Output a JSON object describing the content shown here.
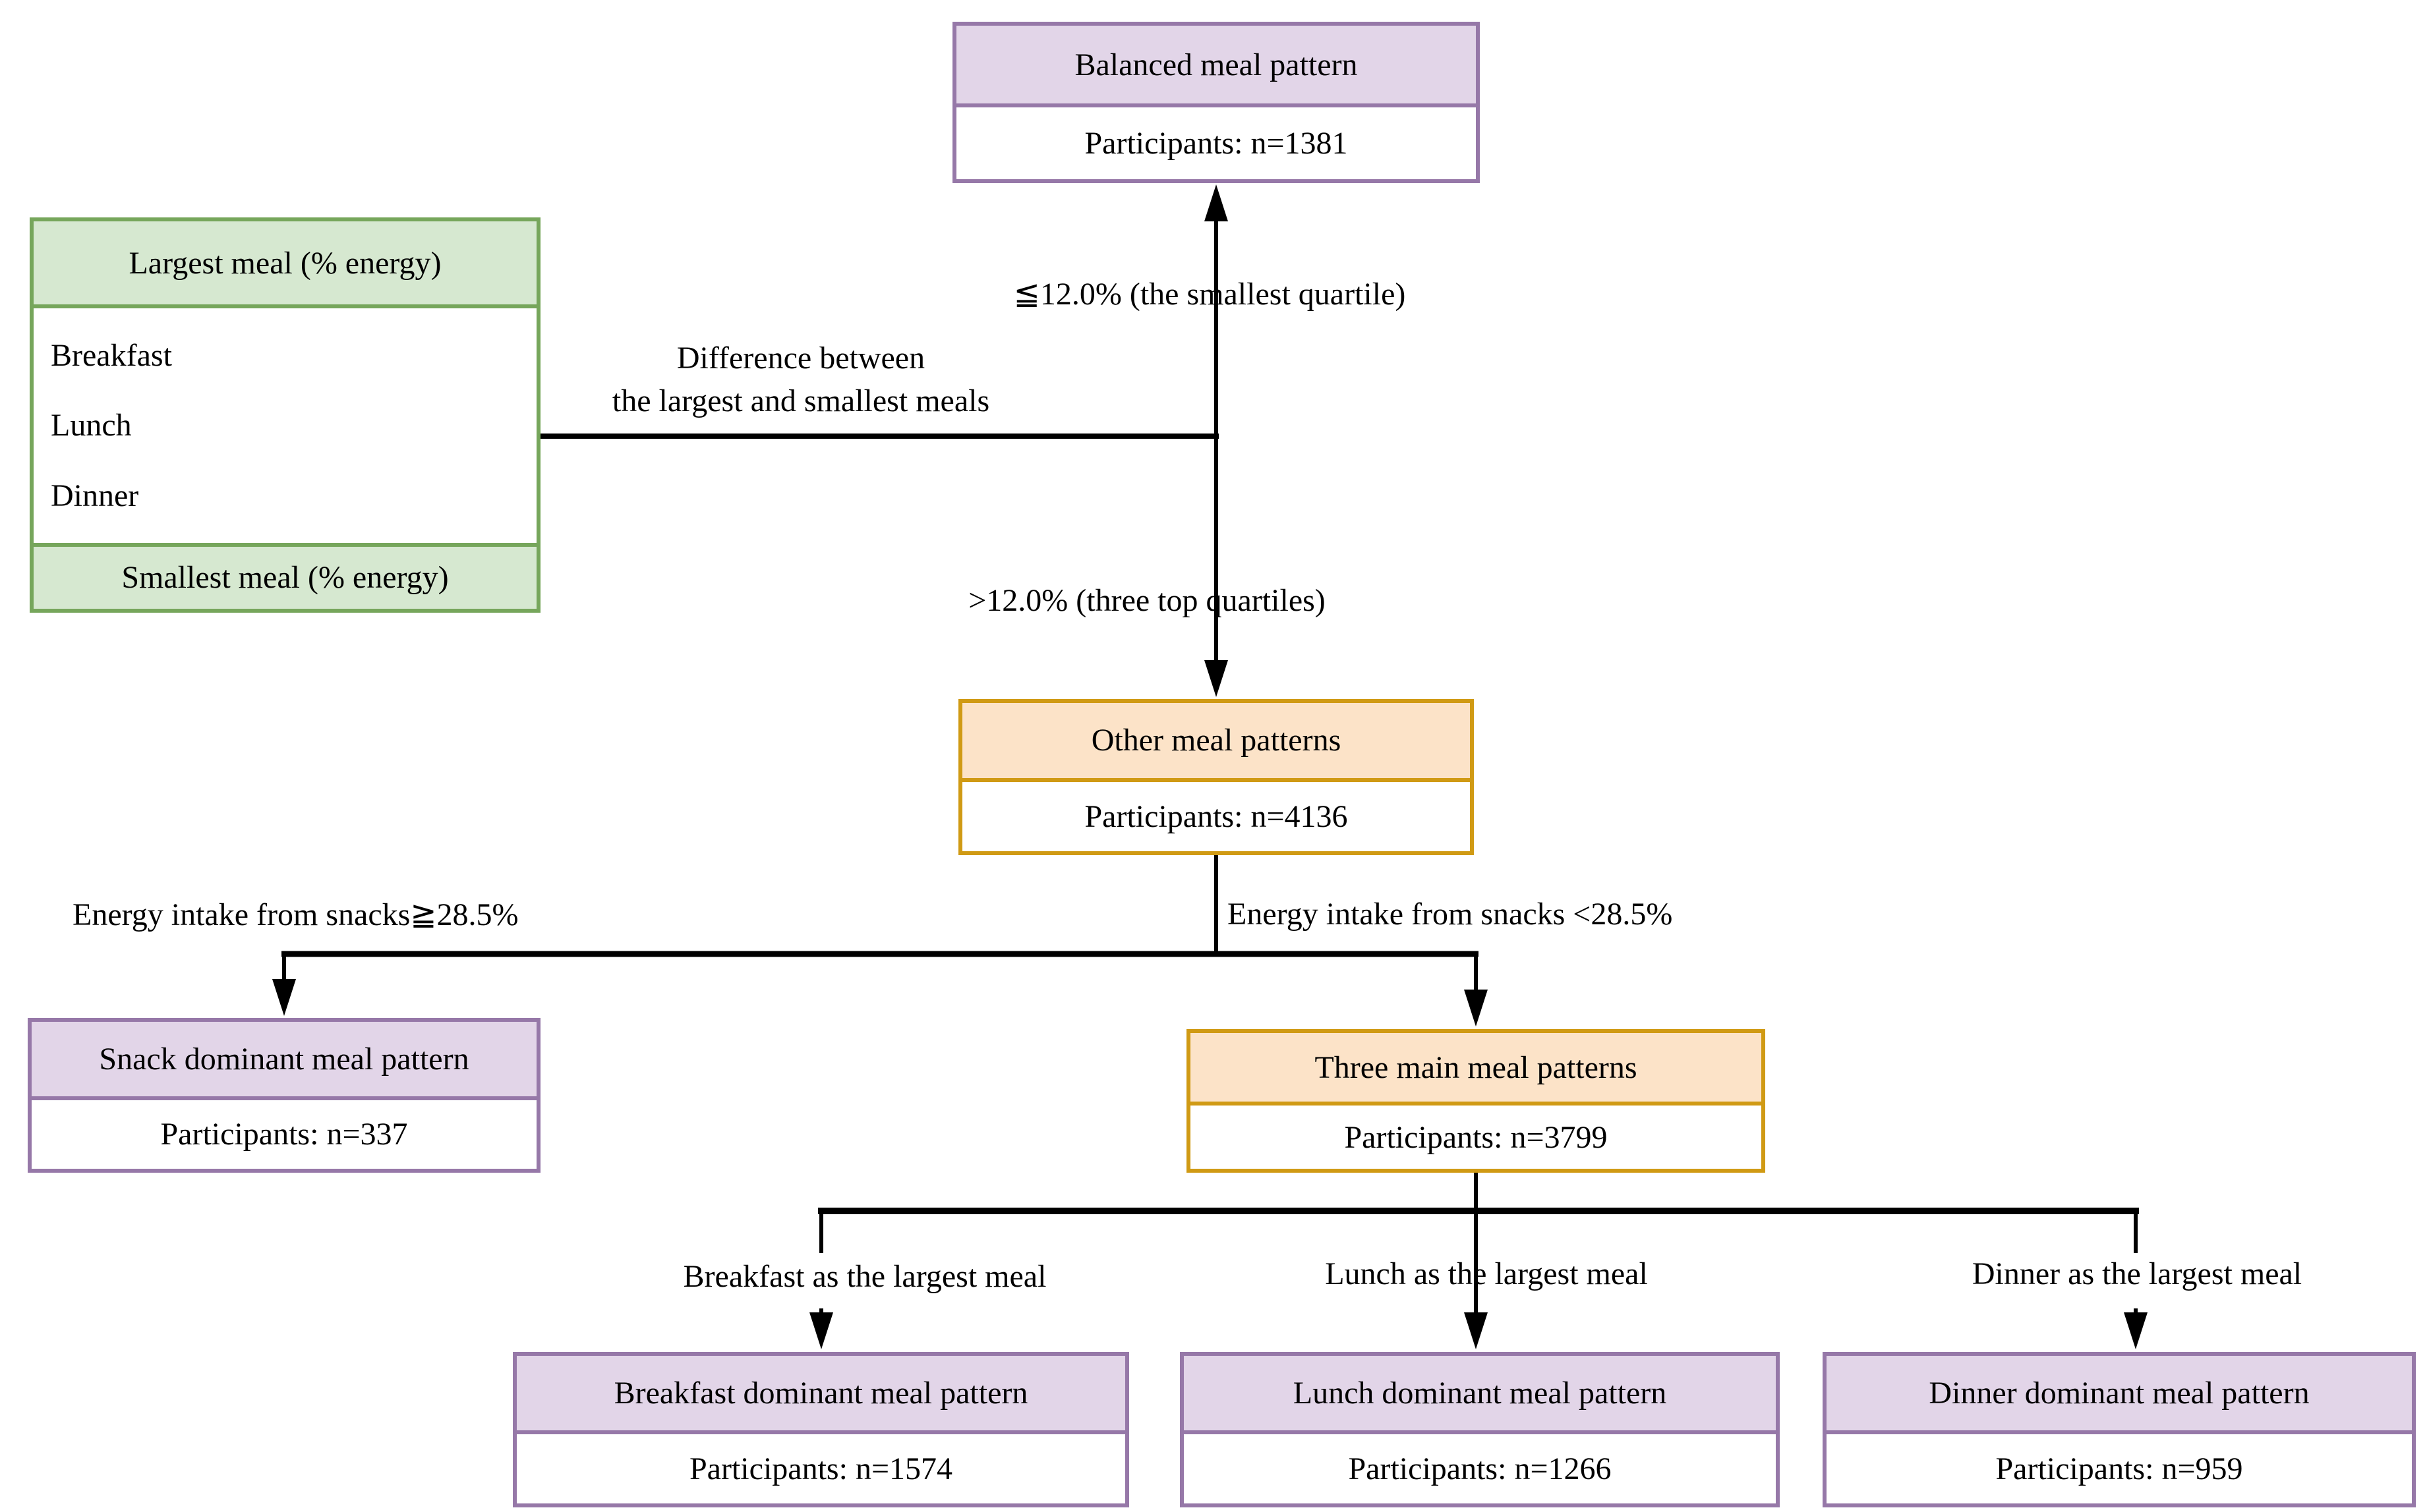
{
  "diagram": {
    "title": "Meal pattern classification flowchart",
    "colors": {
      "purple_border": "#9678A8",
      "purple_fill": "#E2D5E8",
      "orange_border": "#D09A14",
      "orange_fill": "#FCE3C8",
      "green_border": "#76A65B",
      "green_fill": "#D6E8D0",
      "line": "#000000",
      "background": "#ffffff"
    },
    "nodes": {
      "balanced": {
        "title": "Balanced meal pattern",
        "participants": "Participants: n=1381"
      },
      "criteria": {
        "header": "Largest meal (% energy)",
        "rows": [
          "Breakfast",
          "Lunch",
          "Dinner"
        ],
        "footer": "Smallest meal (% energy)"
      },
      "other": {
        "title": "Other meal patterns",
        "participants": "Participants: n=4136"
      },
      "snack": {
        "title": "Snack dominant meal pattern",
        "participants": "Participants: n=337"
      },
      "three_main": {
        "title": "Three main meal patterns",
        "participants": "Participants: n=3799"
      },
      "breakfast_dom": {
        "title": "Breakfast dominant meal pattern",
        "participants": "Participants: n=1574"
      },
      "lunch_dom": {
        "title": "Lunch dominant meal pattern",
        "participants": "Participants: n=1266"
      },
      "dinner_dom": {
        "title": "Dinner dominant meal pattern",
        "participants": "Participants: n=959"
      }
    },
    "edge_labels": {
      "diff_line1": "Difference between",
      "diff_line2": "the largest and smallest meals",
      "smallest_quartile": "≦12.0% (the smallest quartile)",
      "top_quartiles": ">12.0% (three top quartiles)",
      "snacks_ge": "Energy intake from snacks≧28.5%",
      "snacks_lt": "Energy intake from snacks <28.5%",
      "breakfast_largest": "Breakfast as the largest meal",
      "lunch_largest": "Lunch as the largest meal",
      "dinner_largest": "Dinner as the largest meal"
    }
  }
}
